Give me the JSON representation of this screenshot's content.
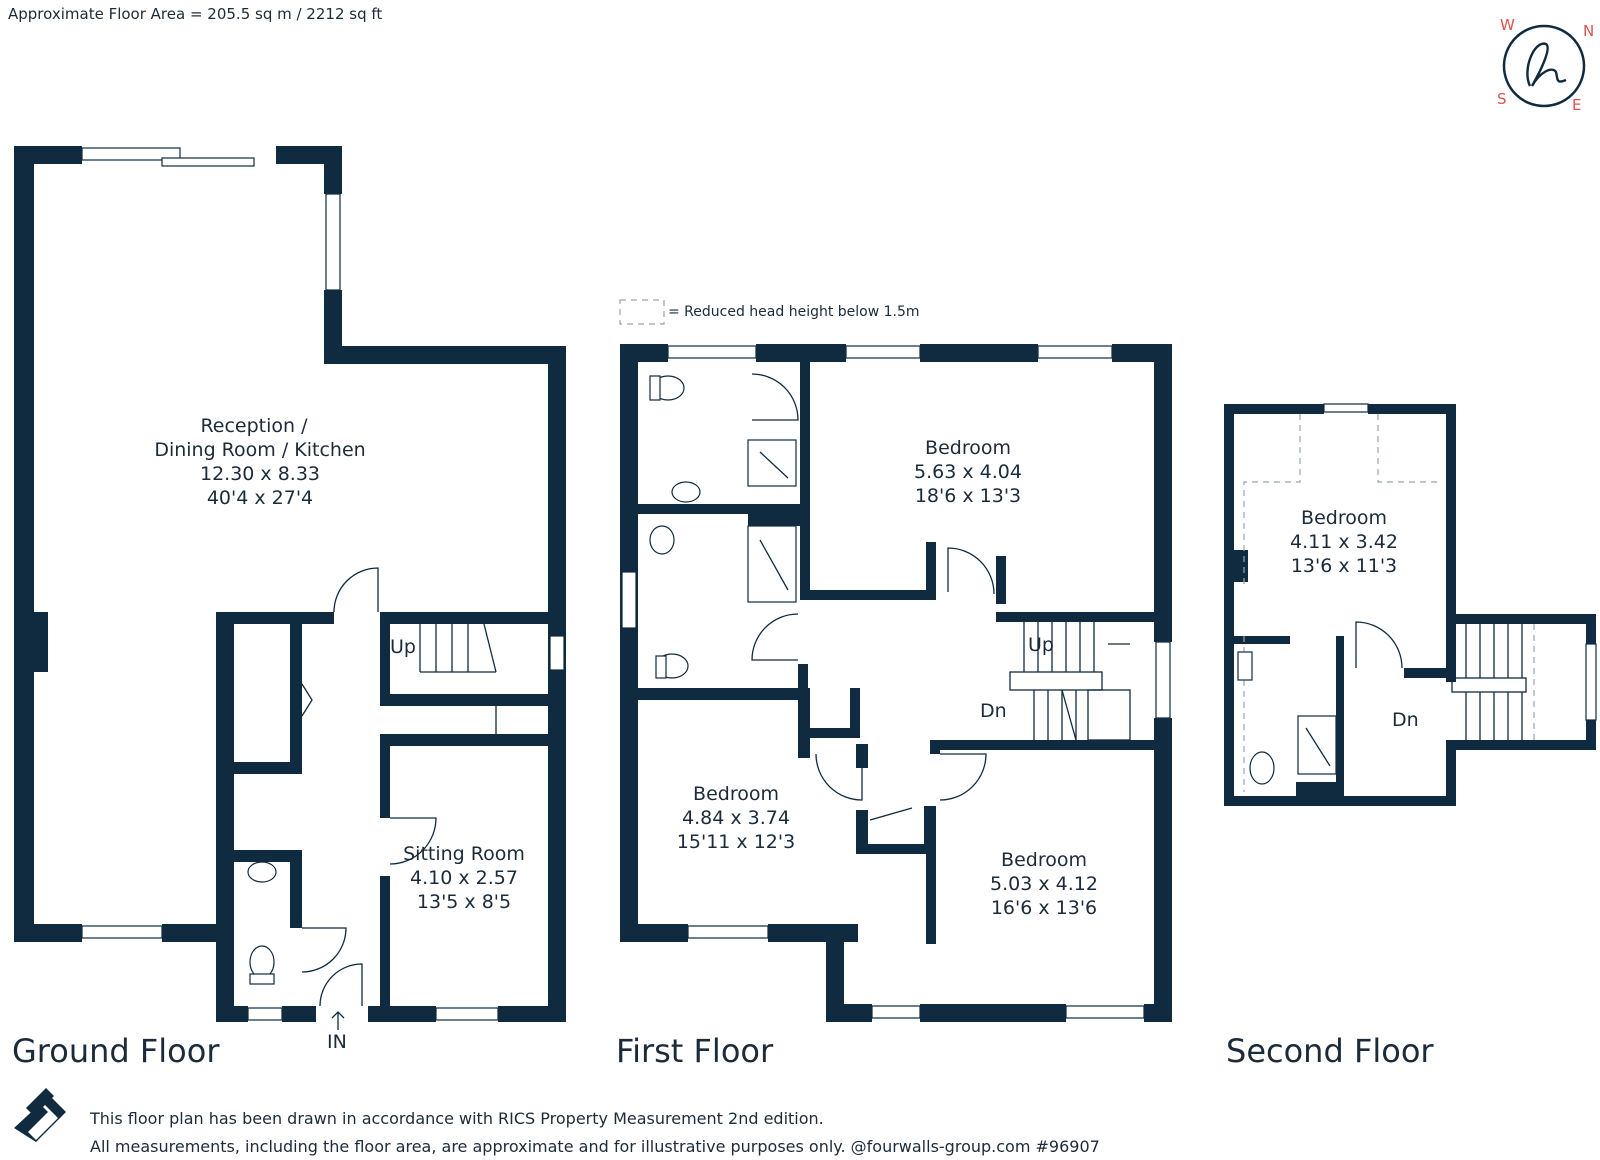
{
  "header": {
    "floor_area": "Approximate Floor Area = 205.5 sq m / 2212 sq ft"
  },
  "legend": {
    "reduced_head_height": "= Reduced head height below 1.5m"
  },
  "compass": {
    "w": "W",
    "n": "N",
    "s": "S",
    "e": "E",
    "logo_text": "h"
  },
  "ground_floor": {
    "label": "Ground Floor",
    "reception": {
      "line1": "Reception /",
      "line2": "Dining Room / Kitchen",
      "metric": "12.30 x 8.33",
      "imperial": "40'4 x 27'4"
    },
    "sitting": {
      "name": "Sitting Room",
      "metric": "4.10 x 2.57",
      "imperial": "13'5 x 8'5"
    },
    "stairs_label": "Up",
    "entrance": "IN"
  },
  "first_floor": {
    "label": "First Floor",
    "bedroom_a": {
      "name": "Bedroom",
      "metric": "5.63 x 4.04",
      "imperial": "18'6 x 13'3"
    },
    "bedroom_b": {
      "name": "Bedroom",
      "metric": "4.84 x 3.74",
      "imperial": "15'11 x 12'3"
    },
    "bedroom_c": {
      "name": "Bedroom",
      "metric": "5.03 x 4.12",
      "imperial": "16'6 x 13'6"
    },
    "stairs_up": "Up",
    "stairs_down": "Dn"
  },
  "second_floor": {
    "label": "Second Floor",
    "bedroom": {
      "name": "Bedroom",
      "metric": "4.11 x 3.42",
      "imperial": "13'6 x 11'3"
    },
    "stairs_down": "Dn"
  },
  "footer": {
    "line1": "This floor plan has been drawn in accordance with RICS Property Measurement 2nd edition.",
    "line2": "All measurements, including the floor area, are approximate and for illustrative purposes only. @fourwalls-group.com #96907"
  },
  "icons": {
    "compass": "compass-logo-icon",
    "brand": "fourwalls-logo-icon"
  }
}
